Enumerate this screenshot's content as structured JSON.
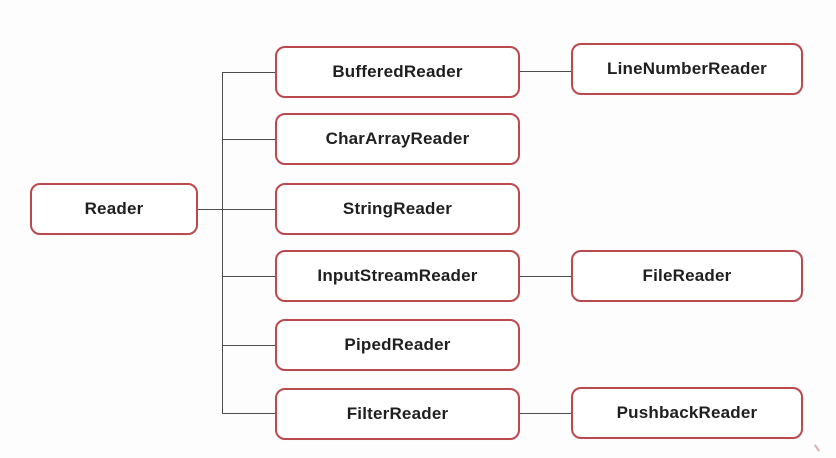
{
  "diagram": {
    "type": "class-hierarchy",
    "root": {
      "label": "Reader"
    },
    "children": [
      {
        "label": "BufferedReader",
        "child": {
          "label": "LineNumberReader"
        }
      },
      {
        "label": "CharArrayReader"
      },
      {
        "label": "StringReader"
      },
      {
        "label": "InputStreamReader",
        "child": {
          "label": "FileReader"
        }
      },
      {
        "label": "PipedReader"
      },
      {
        "label": "FilterReader",
        "child": {
          "label": "PushbackReader"
        }
      }
    ],
    "colors": {
      "box_border": "#bb4a4f",
      "box_fill": "#ffffff",
      "text": "#1f1f1f",
      "line": "#4d4d4d",
      "background": "#fdfdfd"
    }
  }
}
